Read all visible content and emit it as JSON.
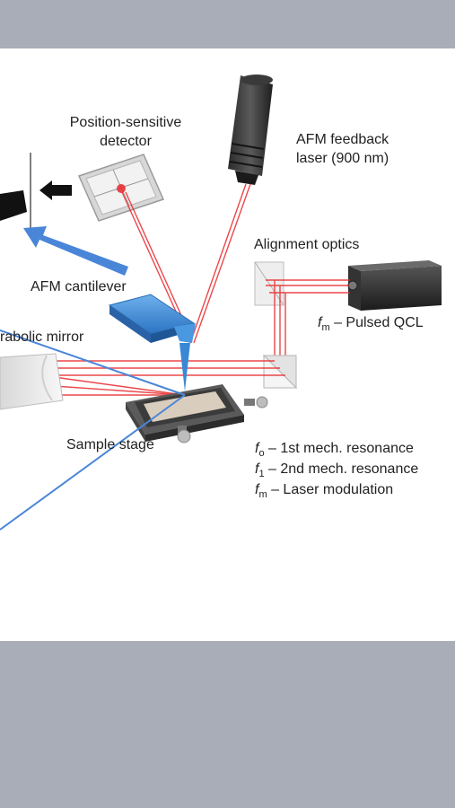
{
  "labels": {
    "psd_line1": "Position-sensitive",
    "psd_line2": "detector",
    "afm_laser_line1": "AFM feedback",
    "afm_laser_line2": "laser (900 nm)",
    "alignment_optics": "Alignment optics",
    "afm_cantilever": "AFM cantilever",
    "parabolic_mirror": "rabolic mirror",
    "pulsed_qcl_sym": "f",
    "pulsed_qcl_sub": "m",
    "pulsed_qcl_text": " – Pulsed QCL",
    "sample_stage": "Sample stage"
  },
  "legend": [
    {
      "sym": "f",
      "sub": "o",
      "text": " – 1st mech. resonance"
    },
    {
      "sym": "f",
      "sub": "1",
      "text": " – 2nd mech. resonance"
    },
    {
      "sym": "f",
      "sub": "m",
      "text": " – Laser modulation"
    }
  ],
  "colors": {
    "laser_red": "#e8282b",
    "cantilever_blue": "#3a88d4",
    "annotation_blue": "#4a86d8",
    "band_gray": "#a8adb7"
  }
}
